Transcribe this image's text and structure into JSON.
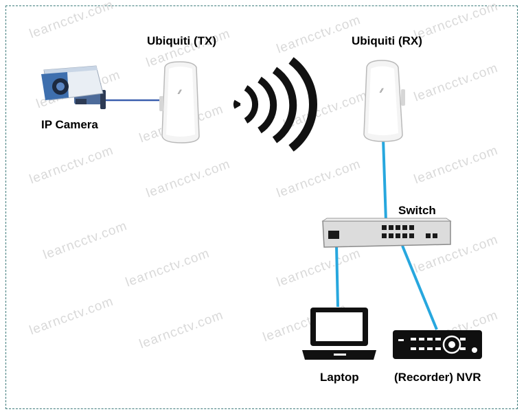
{
  "watermark": "learncctv.com",
  "nodes": {
    "camera": {
      "label": "IP Camera",
      "icon": "ip-camera-icon"
    },
    "tx": {
      "label": "Ubiquiti (TX)",
      "icon": "wireless-bridge-icon"
    },
    "rx": {
      "label": "Ubiquiti (RX)",
      "icon": "wireless-bridge-icon"
    },
    "switch": {
      "label": "Switch",
      "icon": "network-switch-icon"
    },
    "laptop": {
      "label": "Laptop",
      "icon": "laptop-icon"
    },
    "nvr": {
      "label": "(Recorder) NVR",
      "icon": "nvr-icon"
    }
  },
  "colors": {
    "cable_camera": "#3a5fae",
    "cable_lan": "#27a7de",
    "frame": "#3c7a7a",
    "wireless_waves": "#111111"
  }
}
